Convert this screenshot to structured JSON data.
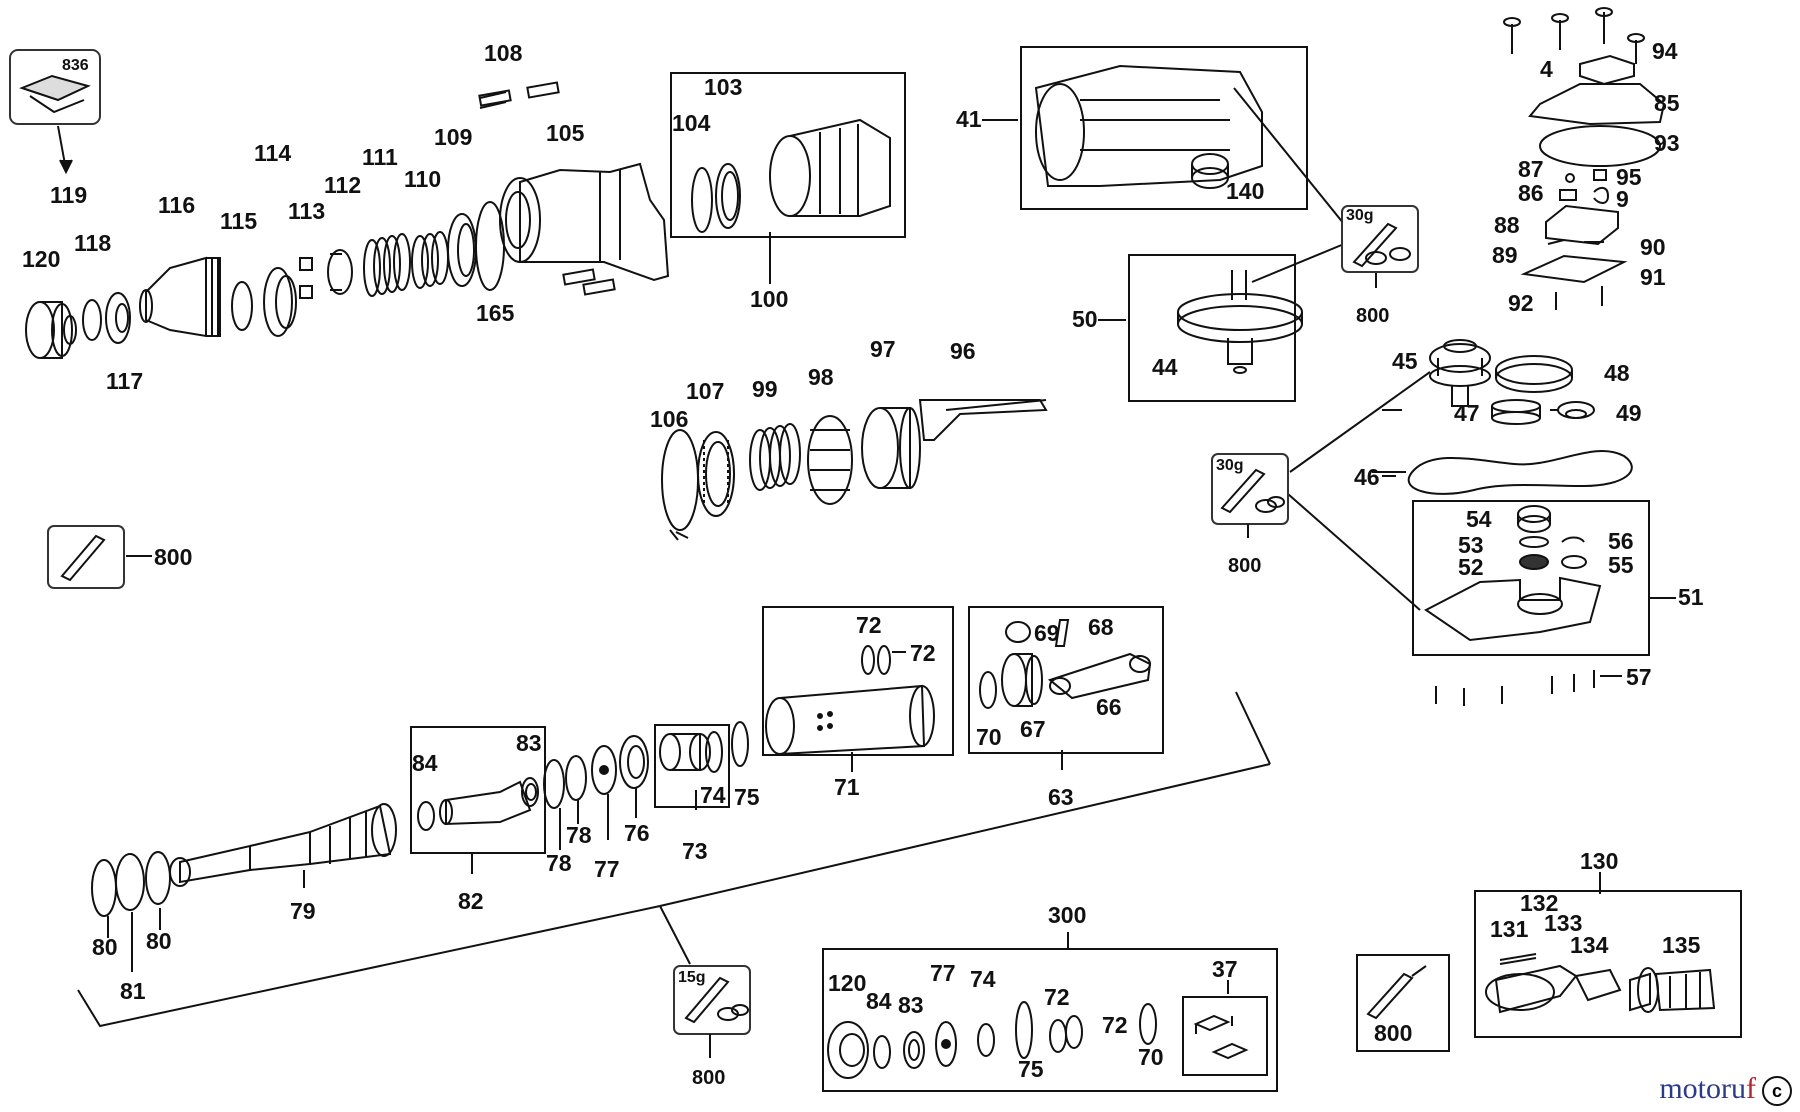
{
  "diagram": {
    "labels": {
      "l836": "836",
      "l119": "119",
      "l120": "120",
      "l118": "118",
      "l117": "117",
      "l116": "116",
      "l115": "115",
      "l114": "114",
      "l113": "113",
      "l112": "112",
      "l111": "111",
      "l110": "110",
      "l109": "109",
      "l108": "108",
      "l105": "105",
      "l165": "165",
      "l104": "104",
      "l103": "103",
      "l100": "100",
      "l41": "41",
      "l140": "140",
      "l50": "50",
      "l44": "44",
      "l800a": "800",
      "l30g_a": "30g",
      "l94": "94",
      "l4": "4",
      "l85": "85",
      "l93": "93",
      "l87": "87",
      "l95": "95",
      "l86": "86",
      "l9": "9",
      "l88": "88",
      "l89": "89",
      "l90": "90",
      "l91": "91",
      "l92": "92",
      "l45": "45",
      "l48": "48",
      "l47": "47",
      "l49": "49",
      "l46": "46",
      "l30g_b": "30g",
      "l800b": "800",
      "l54": "54",
      "l53": "53",
      "l56": "56",
      "l52": "52",
      "l55": "55",
      "l51": "51",
      "l57": "57",
      "l106": "106",
      "l107": "107",
      "l99": "99",
      "l98": "98",
      "l97": "97",
      "l96": "96",
      "l800c": "800",
      "l72a": "72",
      "l72b": "72",
      "l71": "71",
      "l69": "69",
      "l68": "68",
      "l70a": "70",
      "l67": "67",
      "l66": "66",
      "l63": "63",
      "l84a": "84",
      "l83a": "83",
      "l82": "82",
      "l78a": "78",
      "l78b": "78",
      "l77a": "77",
      "l76": "76",
      "l74a": "74",
      "l75a": "75",
      "l73": "73",
      "l79": "79",
      "l80a": "80",
      "l80b": "80",
      "l81": "81",
      "l15g": "15g",
      "l800d": "800",
      "l300": "300",
      "l120b": "120",
      "l84b": "84",
      "l83b": "83",
      "l77b": "77",
      "l74b": "74",
      "l75b": "75",
      "l72c": "72",
      "l72d": "72",
      "l70b": "70",
      "l37": "37",
      "l800e": "800",
      "l130": "130",
      "l132": "132",
      "l131": "131",
      "l133": "133",
      "l134": "134",
      "l135": "135"
    },
    "watermark_a": "motoru",
    "watermark_b": "f",
    "corner_mark": "c",
    "line_color": "#111111",
    "accent_blue": "#2a3a8c",
    "accent_red": "#b0272f"
  }
}
